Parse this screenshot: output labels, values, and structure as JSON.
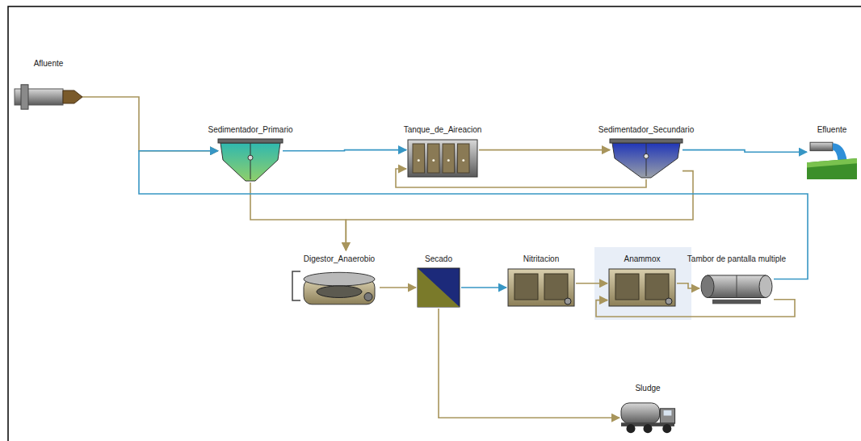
{
  "diagram": {
    "nodes": [
      {
        "text": [
          "Afluente"
        ]
      },
      {
        "text": [
          "Sedimentador_Primario"
        ]
      },
      {
        "text": [
          "Tanque_de_Aireacion"
        ]
      },
      {
        "text": [
          "Sedimentador_Secundario"
        ]
      },
      {
        "text": [
          "Efluente"
        ]
      },
      {
        "text": [
          "Digestor_Anaerobio"
        ]
      },
      {
        "text": [
          "Secado"
        ]
      },
      {
        "text": [
          "Nitritacion"
        ]
      },
      {
        "text": [
          "Anammox"
        ]
      },
      {
        "text": [
          "Tambor de pantalla multiple"
        ]
      },
      {
        "text": [
          "Sludge"
        ]
      }
    ],
    "edges": [
      {
        "from": 0,
        "to": 1,
        "arrow": "to"
      },
      {
        "from": 1,
        "to": 2,
        "arrow": "to"
      },
      {
        "from": 2,
        "to": 3,
        "arrow": "to"
      },
      {
        "from": 3,
        "to": 4,
        "arrow": "to"
      },
      {
        "from": 3,
        "to": 2,
        "arrow": "to"
      },
      {
        "from": 1,
        "to": 5,
        "arrow": "to"
      },
      {
        "from": 3,
        "to": 5,
        "arrow": "to"
      },
      {
        "from": 5,
        "to": 6,
        "arrow": "to"
      },
      {
        "from": 6,
        "to": 7,
        "arrow": "to"
      },
      {
        "from": 6,
        "to": 10,
        "arrow": "to"
      },
      {
        "from": 7,
        "to": 8,
        "arrow": "to"
      },
      {
        "from": 8,
        "to": 9,
        "arrow": "to"
      },
      {
        "from": 9,
        "to": 8,
        "arrow": "to"
      },
      {
        "from": 9,
        "to": 1,
        "arrow": "to"
      }
    ]
  }
}
